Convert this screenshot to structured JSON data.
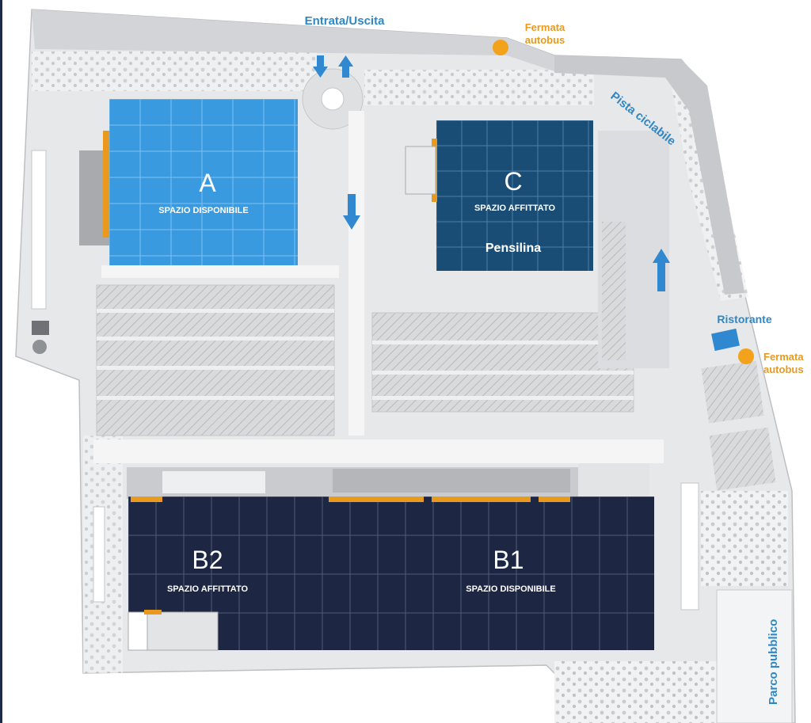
{
  "labels": {
    "entrance": "Entrata/Uscita",
    "bus_stop_1": [
      "Fermata",
      "autobus"
    ],
    "bus_stop_2": [
      "Fermata",
      "autobus"
    ],
    "bike_path": "Pista ciclabile",
    "restaurant": "Ristorante",
    "park": "Parco pubblico"
  },
  "zones": {
    "a": {
      "letter": "A",
      "status": "SPAZIO DISPONIBILE"
    },
    "c": {
      "letter": "C",
      "status": "SPAZIO AFFITTATO",
      "extra": "Pensilina"
    },
    "b2": {
      "letter": "B2",
      "status": "SPAZIO AFFITTATO"
    },
    "b1": {
      "letter": "B1",
      "status": "SPAZIO DISPONIBILE"
    }
  },
  "colors": {
    "available": "#3a9ae0",
    "rented_c": "#1a4d76",
    "rented_b": "#1d2743",
    "label_blue": "#2f88c4",
    "label_orange": "#e99a1e",
    "bus_dot": "#f3a21c",
    "road": "#e7e8ea",
    "lot": "#d4d5d8",
    "arrow_blue": "#2f88d0"
  }
}
